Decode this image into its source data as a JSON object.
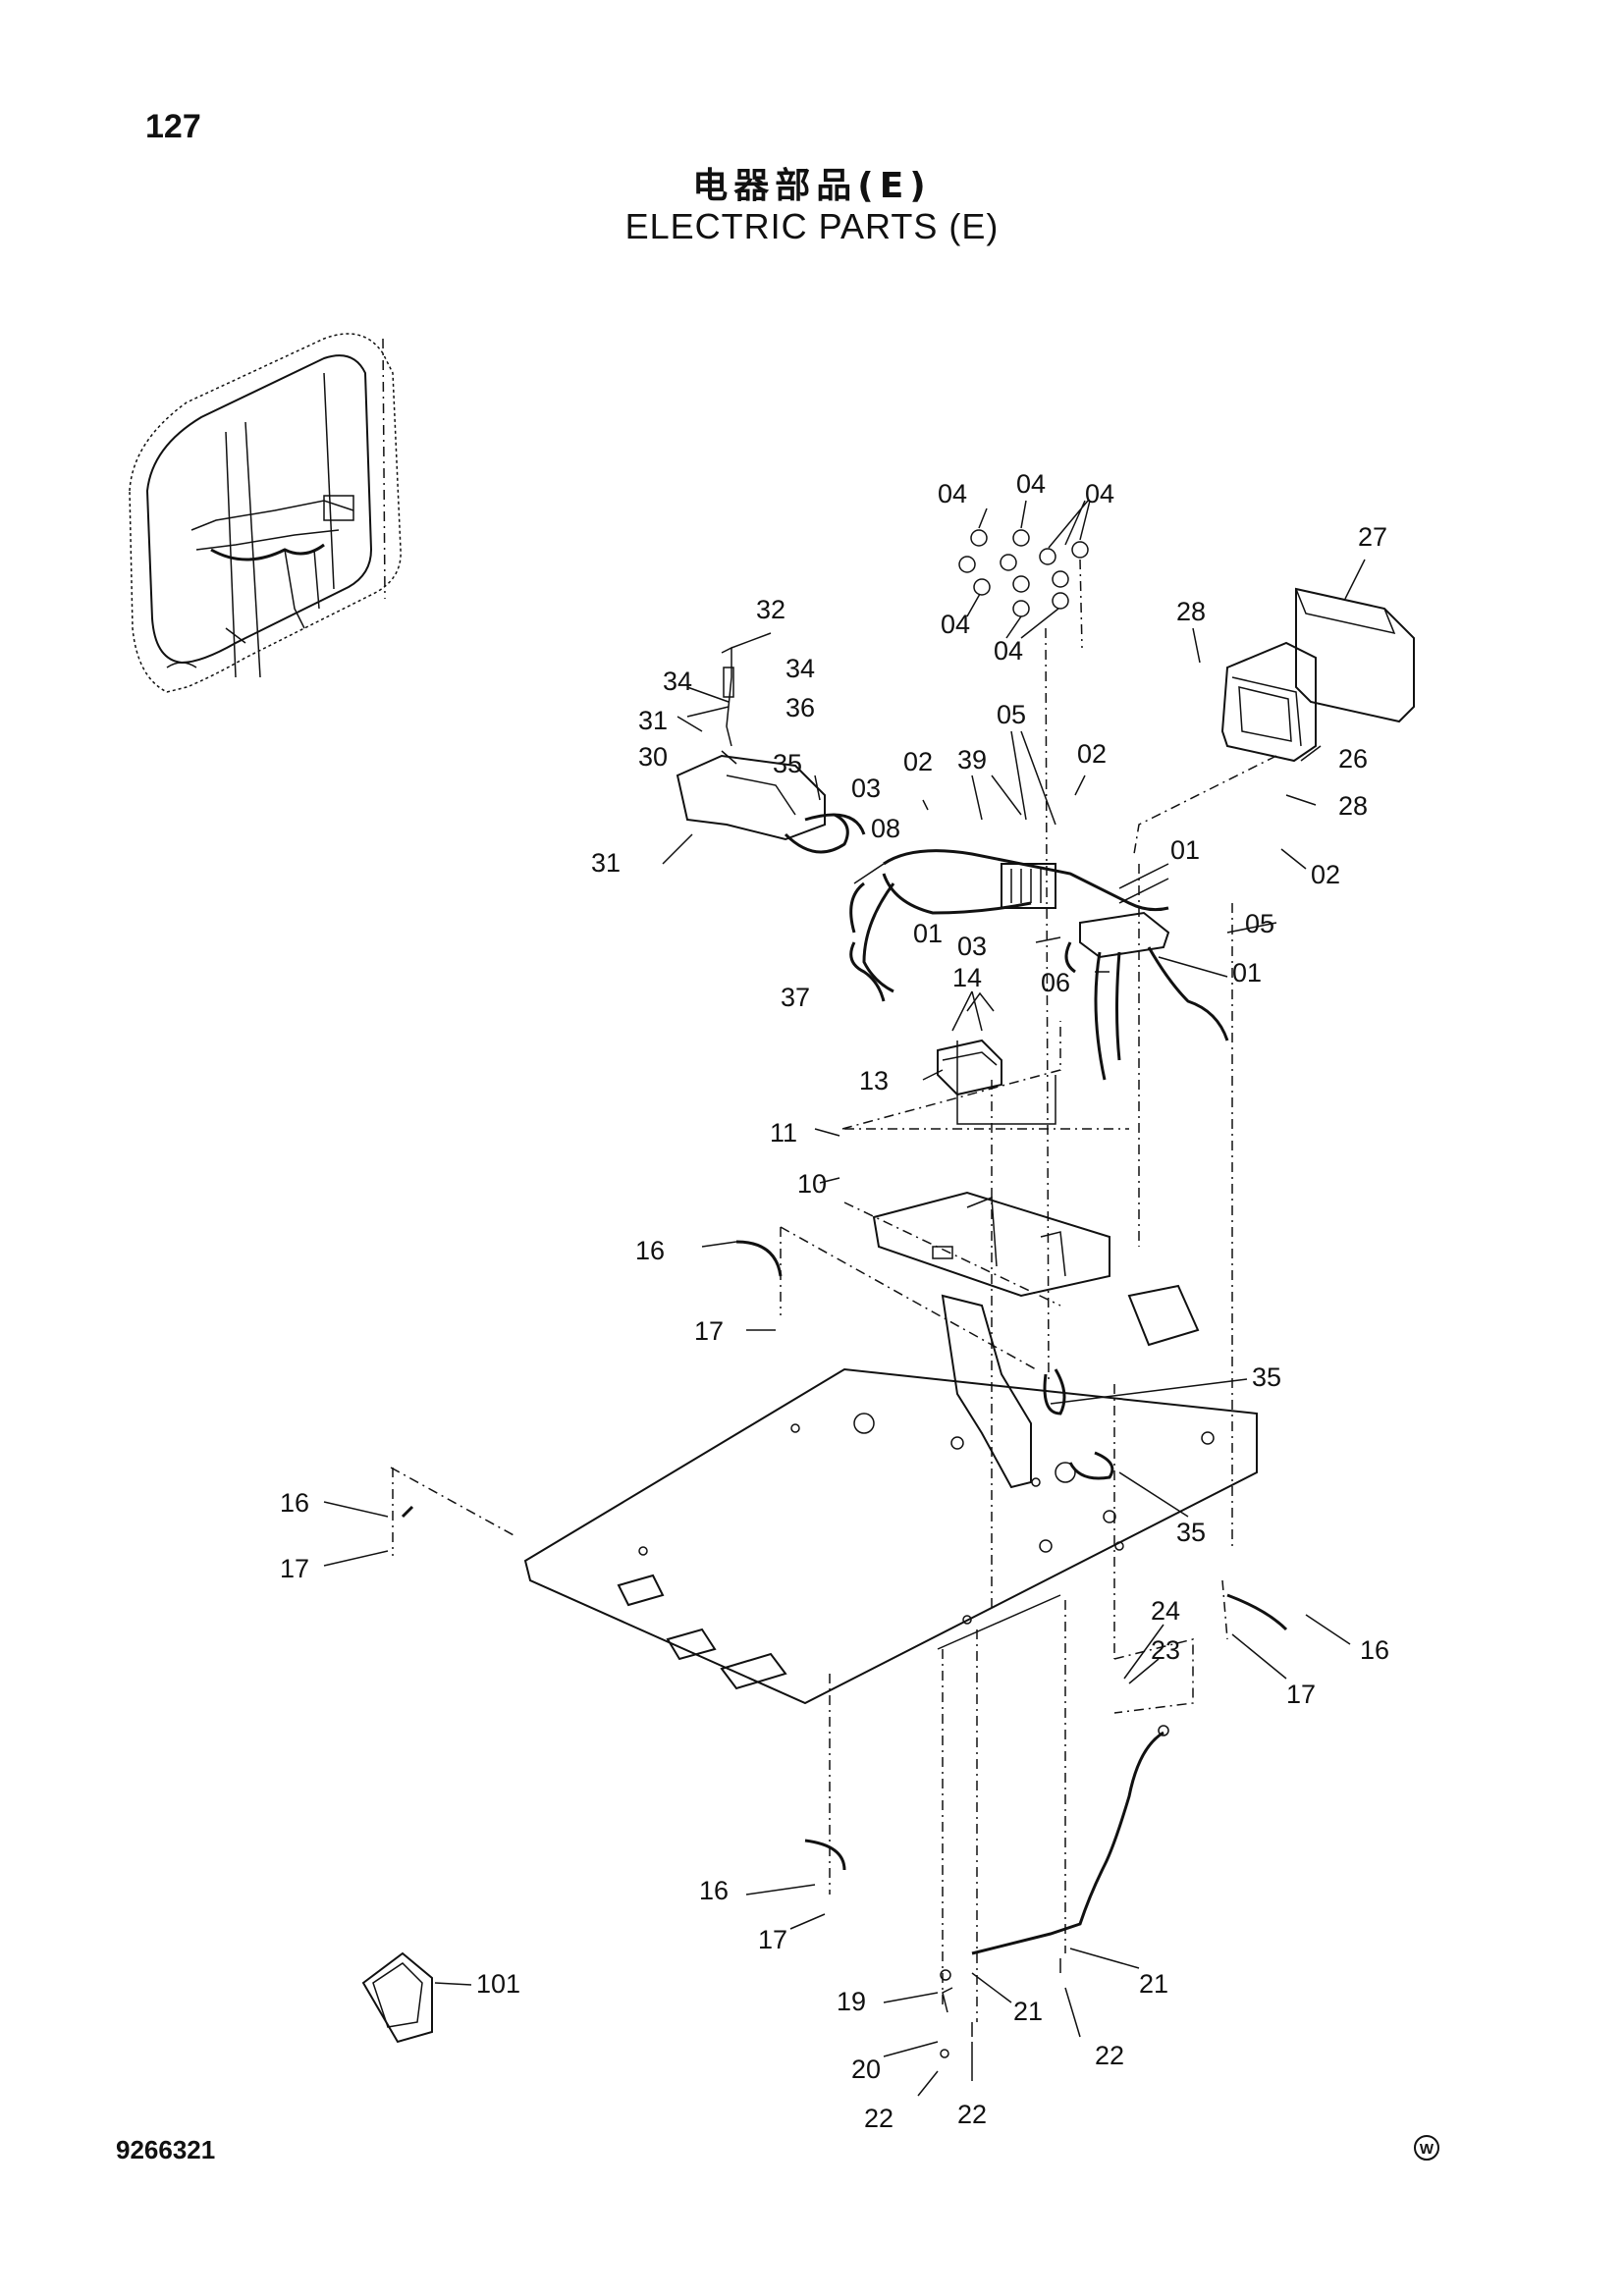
{
  "page_number": "127",
  "title_cn": "电器部品(E)",
  "title_en": "ELECTRIC PARTS (E)",
  "doc_number": "9266321",
  "watermark": "W",
  "callouts": {
    "c01a": "01",
    "c01b": "01",
    "c01c": "01",
    "c02a": "02",
    "c02b": "02",
    "c02c": "02",
    "c03a": "03",
    "c03b": "03",
    "c04a": "04",
    "c04b": "04",
    "c04c": "04",
    "c04d": "04",
    "c04e": "04",
    "c05a": "05",
    "c05b": "05",
    "c06": "06",
    "c08": "08",
    "c10": "10",
    "c11": "11",
    "c13": "13",
    "c14": "14",
    "c16a": "16",
    "c16b": "16",
    "c16c": "16",
    "c16d": "16",
    "c17a": "17",
    "c17b": "17",
    "c17c": "17",
    "c17d": "17",
    "c19": "19",
    "c20": "20",
    "c21a": "21",
    "c21b": "21",
    "c22a": "22",
    "c22b": "22",
    "c22c": "22",
    "c23": "23",
    "c24": "24",
    "c26": "26",
    "c27": "27",
    "c28a": "28",
    "c28b": "28",
    "c30": "30",
    "c31a": "31",
    "c31b": "31",
    "c32": "32",
    "c34a": "34",
    "c34b": "34",
    "c35a": "35",
    "c35b": "35",
    "c35c": "35",
    "c36": "36",
    "c37": "37",
    "c39": "39",
    "c101": "101"
  }
}
